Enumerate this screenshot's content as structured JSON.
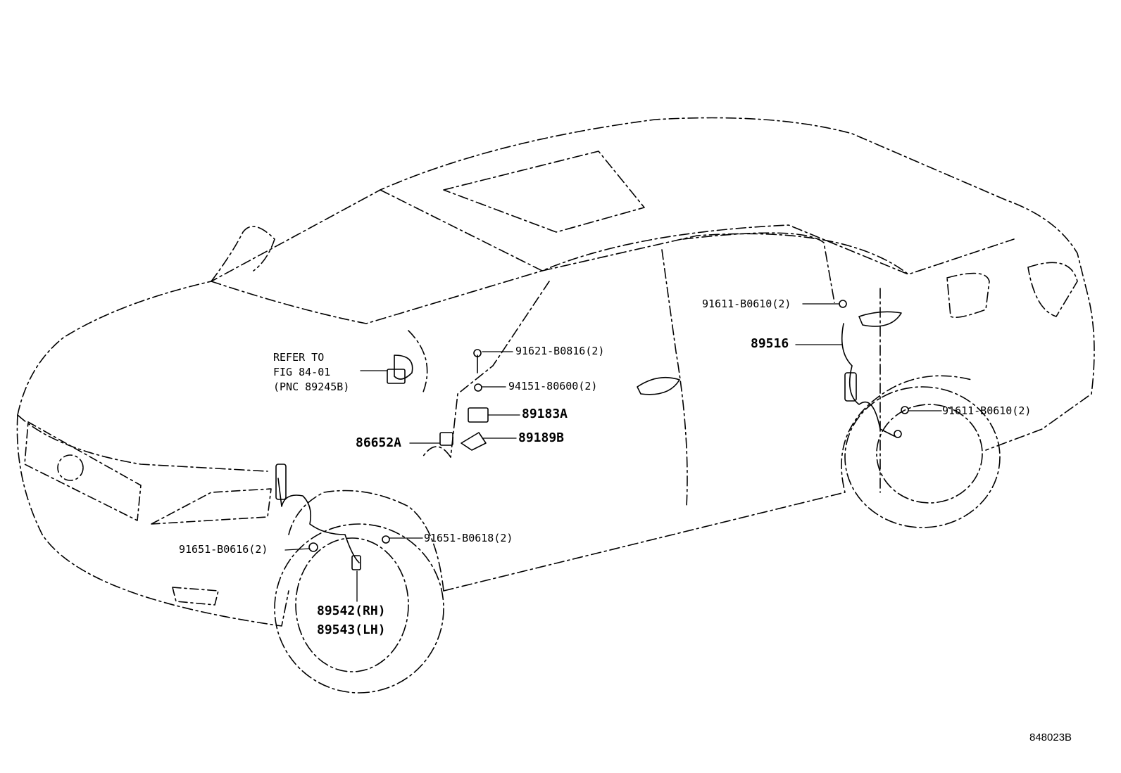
{
  "refer_note": {
    "line1": "REFER TO",
    "line2": "FIG 84-01",
    "line3": "(PNC 89245B)"
  },
  "callouts": {
    "c_91611_upper": "91611-B0610(2)",
    "c_89516": "89516",
    "c_91621": "91621-B0816(2)",
    "c_94151": "94151-80600(2)",
    "c_89183A": "89183A",
    "c_89189B": "89189B",
    "c_86652A": "86652A",
    "c_91611_lower": "91611-B0610(2)",
    "c_91651_front": "91651-B0616(2)",
    "c_91651_wheel": "91651-B0618(2)",
    "c_89542": "89542(RH)",
    "c_89543": "89543(LH)"
  },
  "figure_code": "848023B",
  "colors": {
    "line": "#000000",
    "background": "#ffffff"
  }
}
